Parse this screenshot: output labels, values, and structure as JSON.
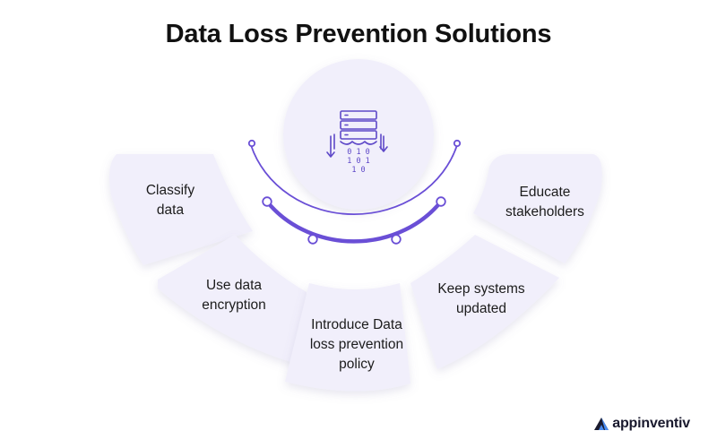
{
  "title": "Data Loss Prevention Solutions",
  "steps": [
    {
      "label": "Classify\ndata"
    },
    {
      "label": "Use data\nencryption"
    },
    {
      "label": "Introduce Data\nloss prevention\npolicy"
    },
    {
      "label": "Keep systems\nupdated"
    },
    {
      "label": "Educate\nstakeholders"
    }
  ],
  "center_icon": "data-server-icon",
  "logo": {
    "text": "appinventiv",
    "icon": "appinventiv-logo-icon"
  },
  "colors": {
    "card": "#f1effb",
    "accent": "#6a4fd6",
    "text": "#1c1c1c"
  }
}
